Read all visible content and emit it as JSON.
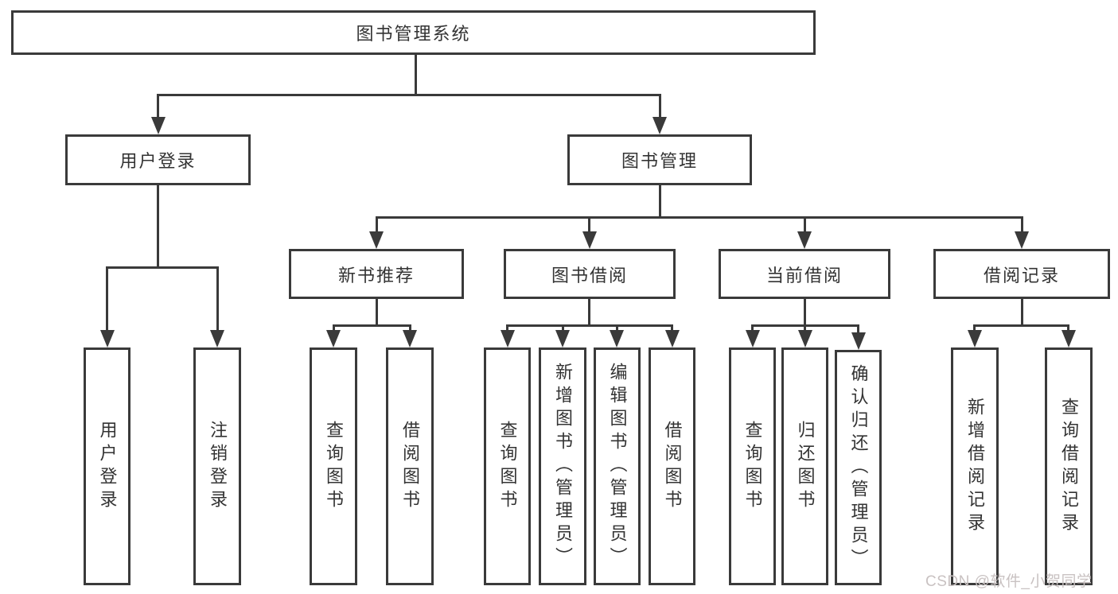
{
  "diagram": {
    "root": {
      "label": "图书管理系统"
    },
    "level2": [
      {
        "label": "用户登录",
        "parent": "图书管理系统"
      },
      {
        "label": "图书管理",
        "parent": "图书管理系统"
      }
    ],
    "level3": [
      {
        "label": "新书推荐",
        "parent": "图书管理"
      },
      {
        "label": "图书借阅",
        "parent": "图书管理"
      },
      {
        "label": "当前借阅",
        "parent": "图书管理"
      },
      {
        "label": "借阅记录",
        "parent": "图书管理"
      }
    ],
    "leaves": [
      {
        "label": "用户登录",
        "parent": "用户登录"
      },
      {
        "label": "注销登录",
        "parent": "用户登录"
      },
      {
        "label": "查询图书",
        "parent": "新书推荐"
      },
      {
        "label": "借阅图书",
        "parent": "新书推荐"
      },
      {
        "label": "查询图书",
        "parent": "图书借阅"
      },
      {
        "label": "新增图书（管理员）",
        "parent": "图书借阅"
      },
      {
        "label": "编辑图书（管理员）",
        "parent": "图书借阅"
      },
      {
        "label": "借阅图书",
        "parent": "图书借阅"
      },
      {
        "label": "查询图书",
        "parent": "当前借阅"
      },
      {
        "label": "归还图书",
        "parent": "当前借阅"
      },
      {
        "label": "确认归还（管理员）",
        "parent": "当前借阅"
      },
      {
        "label": "新增借阅记录",
        "parent": "借阅记录"
      },
      {
        "label": "查询借阅记录",
        "parent": "借阅记录"
      }
    ]
  },
  "colors": {
    "line": "#3a3a3a",
    "box_border": "#3a3a3a",
    "text": "#333333",
    "watermark": "#c9c2c2"
  },
  "watermark": {
    "text": "CSDN @软件_小贺同学"
  }
}
